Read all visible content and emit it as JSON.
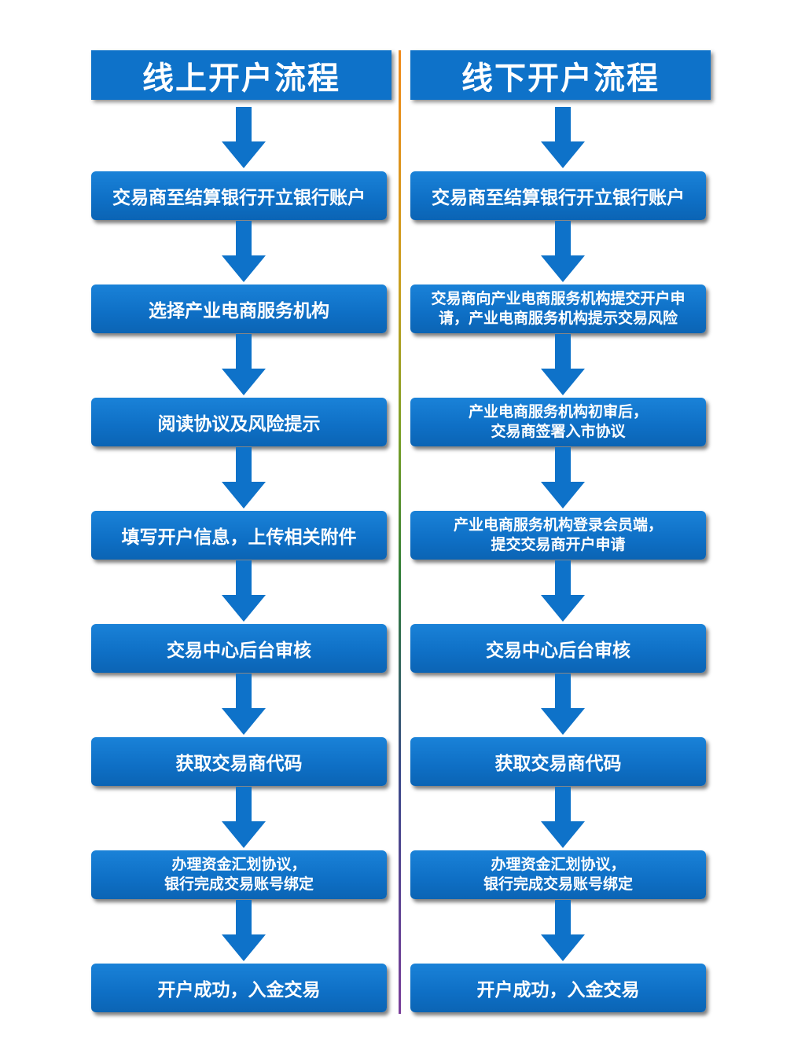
{
  "left": {
    "title": "线上开户流程",
    "steps": [
      [
        "交易商至结算银行开立银行账户"
      ],
      [
        "选择产业电商服务机构"
      ],
      [
        "阅读协议及风险提示"
      ],
      [
        "填写开户信息，上传相关附件"
      ],
      [
        "交易中心后台审核"
      ],
      [
        "获取交易商代码"
      ],
      [
        "办理资金汇划协议，",
        "银行完成交易账号绑定"
      ],
      [
        "开户成功，入金交易"
      ]
    ]
  },
  "right": {
    "title": "线下开户流程",
    "steps": [
      [
        "交易商至结算银行开立银行账户"
      ],
      [
        "交易商向产业电商服务机构提交开户申",
        "请，产业电商服务机构提示交易风险"
      ],
      [
        "产业电商服务机构初审后，",
        "交易商签署入市协议"
      ],
      [
        "产业电商服务机构登录会员端，",
        "提交交易商开户申请"
      ],
      [
        "交易中心后台审核"
      ],
      [
        "获取交易商代码"
      ],
      [
        "办理资金汇划协议，",
        "银行完成交易账号绑定"
      ],
      [
        "开户成功，入金交易"
      ]
    ]
  },
  "colors": {
    "box": "#0e72c9",
    "arrow": "#0e72c9",
    "divider_top": "#f08a1c",
    "divider_bottom": "#7a3f9a"
  }
}
